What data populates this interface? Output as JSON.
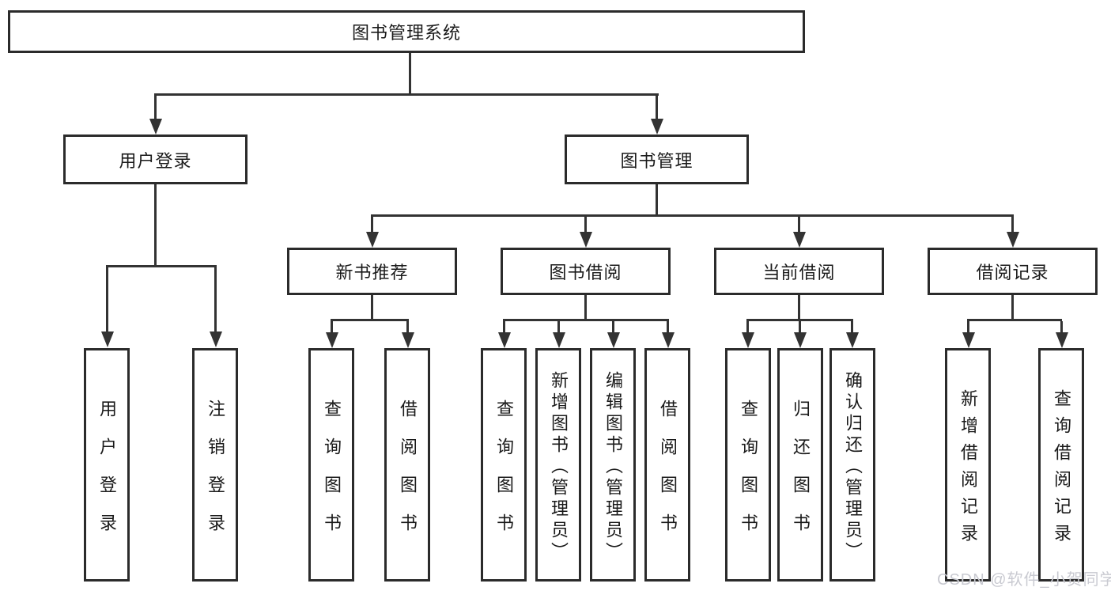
{
  "diagram": {
    "title": "图书管理系统",
    "branches": [
      {
        "label": "用户登录",
        "leaves": [
          "用户登录",
          "注销登录"
        ]
      },
      {
        "label": "图书管理",
        "groups": [
          {
            "label": "新书推荐",
            "leaves": [
              "查询图书",
              "借阅图书"
            ]
          },
          {
            "label": "图书借阅",
            "leaves": [
              "查询图书",
              "新增图书（管理员）",
              "编辑图书（管理员）",
              "借阅图书"
            ]
          },
          {
            "label": "当前借阅",
            "leaves": [
              "查询图书",
              "归还图书",
              "确认归还（管理员）"
            ]
          },
          {
            "label": "借阅记录",
            "leaves": [
              "新增借阅记录",
              "查询借阅记录"
            ]
          }
        ]
      }
    ]
  },
  "watermark": "CSDN @软件_小贺同学",
  "colors": {
    "background": "#ffffff",
    "line": "#333333",
    "box_border": "#2b2b2b",
    "text": "#1a1a1a",
    "watermark": "#c9cad1"
  }
}
